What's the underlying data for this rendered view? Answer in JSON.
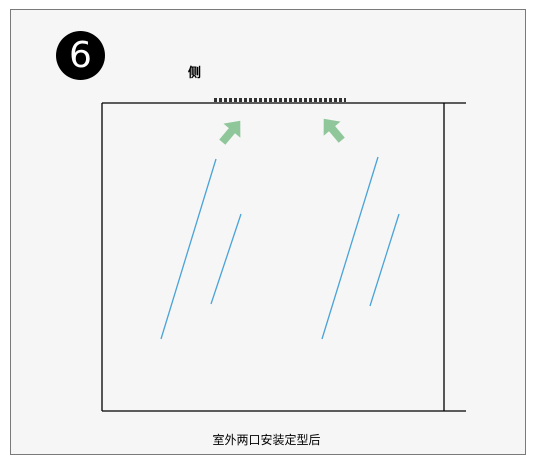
{
  "step": {
    "number": "6"
  },
  "labels": {
    "side": "侧",
    "caption": "室外两口安装定型后"
  },
  "icons": {
    "badge": "circled-number-icon",
    "arrows": "up-arrow-icon"
  },
  "colors": {
    "background": "#f6f6f6",
    "frame": "#000000",
    "arrow": "#8fc79a",
    "streak": "#4aa3d8",
    "badge": "#000000"
  }
}
